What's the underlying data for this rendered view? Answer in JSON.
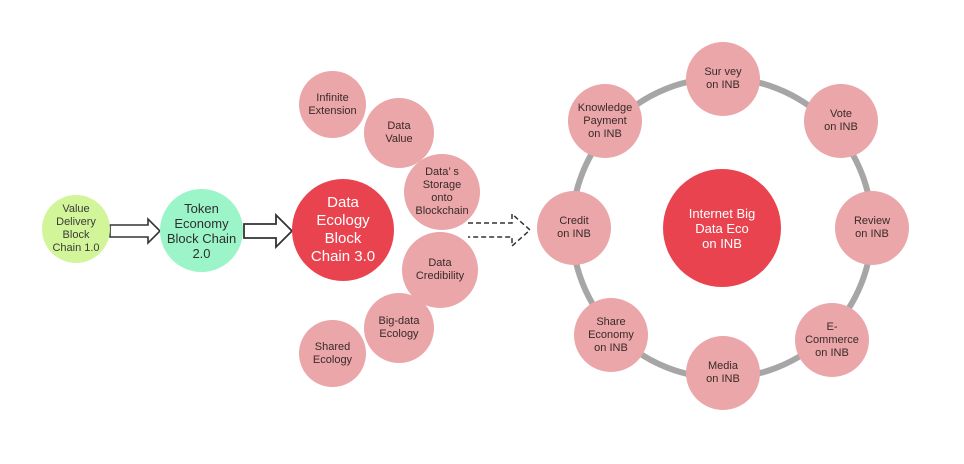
{
  "colors": {
    "pink": "#eaa6a8",
    "red": "#e8434e",
    "green": "#d2f59a",
    "mint": "#9cf5c8",
    "ring": "#a6a6a6"
  },
  "stages": {
    "v1": "Value\nDelivery\nBlock\nChain 1.0",
    "v2": "Token\nEconomy\nBlock Chain\n2.0",
    "v3": "Data\nEcology\nBlock\nChain 3.0"
  },
  "features": {
    "infinite": "Infinite\nExtension",
    "value": "Data\nValue",
    "storage": "Data’ s\nStorage\nonto\nBlockchain",
    "credibility": "Data\nCredibility",
    "bigdata": "Big-data\nEcology",
    "shared": "Shared\nEcology"
  },
  "ecosystem": {
    "center": "Internet Big\nData Eco\non INB",
    "survey": "Sur vey\non INB",
    "vote": "Vote\non INB",
    "review": "Review\non INB",
    "ecommerce": "E-\nCommerce\non INB",
    "media": "Media\non INB",
    "share": "Share\nEconomy\non INB",
    "credit": "Credit\non INB",
    "knowledge": "Knowledge\nPayment\non INB"
  }
}
